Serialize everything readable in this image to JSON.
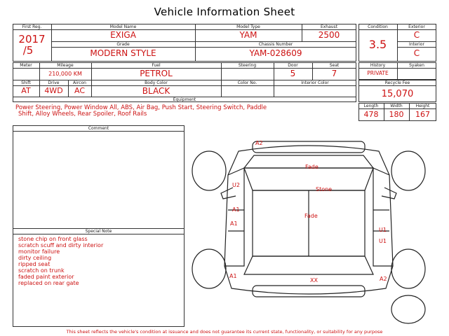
{
  "title": "Vehicle Information Sheet",
  "labels": {
    "first_reg": "First Reg.",
    "model_name": "Model Name",
    "model_type": "Model Type",
    "exhaust": "Exhaust",
    "condition": "Condition",
    "exterior": "Exterior",
    "grade": "Grade",
    "chassis_number": "Chassis Number",
    "interior": "Interior",
    "meter": "Meter",
    "mileage": "Mileage",
    "fuel": "Fuel",
    "steering": "Steering",
    "door": "Door",
    "seat": "Seat",
    "history": "History",
    "syaken": "Syaken",
    "shift": "Shift",
    "drive": "Drive",
    "aircon": "Aircon",
    "body_color": "Body Color",
    "color_no": "Color No.",
    "interior_color": "Interior Color",
    "recycle_fee": "Recycle Fee",
    "equipment": "Equipment",
    "length": "Length",
    "width": "Width",
    "height": "Height",
    "comment": "Comment",
    "special_note": "Special Note"
  },
  "values": {
    "first_reg_year": "2017",
    "first_reg_month": "/5",
    "model_name": "EXIGA",
    "model_type": "YAM",
    "exhaust": "2500",
    "condition": "3.5",
    "exterior": "C",
    "grade": "MODERN STYLE",
    "chassis_number": "YAM-028609",
    "interior": "C",
    "mileage": "210,000 KM",
    "fuel": "PETROL",
    "door": "5",
    "seat": "7",
    "history": "PRIVATE",
    "shift": "AT",
    "drive": "4WD",
    "aircon": "AC",
    "body_color": "BLACK",
    "recycle_fee": "15,070",
    "equipment_line1": "Power Steering, Power Window All, ABS, Air Bag, Push Start, Steering Switch, Paddle",
    "equipment_line2": "Shift, Alloy Wheels, Rear Spoiler, Roof Rails",
    "length": "478",
    "width": "180",
    "height": "167"
  },
  "special_notes": [
    "stone chip on front glass",
    "scratch scuff and dirty interior",
    "monitor failure",
    "dirty ceiling",
    "ripped seat",
    "scratch on trunk",
    "faded paint exterior",
    "replaced on rear gate"
  ],
  "damage_marks": {
    "a2_top": "A2",
    "fade_hood": "Fade",
    "stone": "Stone",
    "u2": "U2",
    "a1_left_upper": "A1",
    "fade_roof": "Fade",
    "a1_left_mid": "A1",
    "u1_upper": "U1",
    "u1_lower": "U1",
    "a1_left_bottom": "A1",
    "xx": "XX",
    "a2_bottom": "A2"
  },
  "footer": "This sheet reflects the vehicle's condition at issuance and does not guarantee its current state, functionality, or suitability for any purpose"
}
